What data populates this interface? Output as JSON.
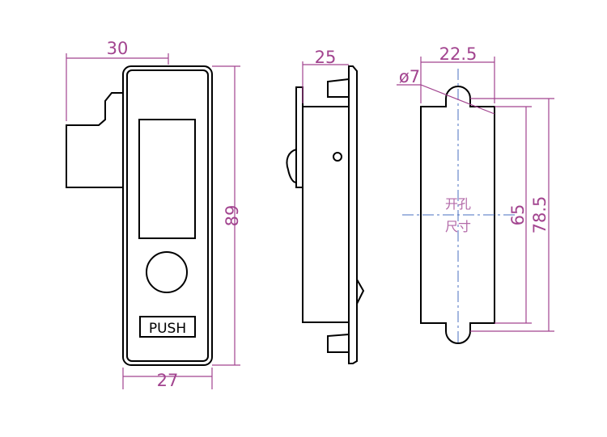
{
  "title": "Push latch dimension drawing",
  "front_view": {
    "button_label": "PUSH",
    "dim_offset": "30",
    "dim_height": "89",
    "dim_width": "27"
  },
  "side_view": {
    "dim_depth": "25"
  },
  "cutout_view": {
    "dim_width": "22.5",
    "dim_hole_diameter": "ø7",
    "dim_inner_height": "65",
    "dim_outer_height": "78.5",
    "label_line1": "开孔",
    "label_line2": "尺寸"
  },
  "colors": {
    "dimension": "#a2448f",
    "centerline": "#4a6fc0",
    "outline": "#000000"
  }
}
